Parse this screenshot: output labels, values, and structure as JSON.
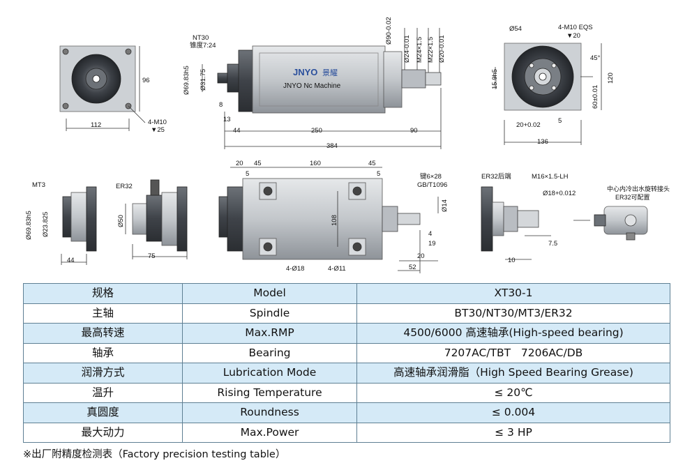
{
  "drawings": {
    "front_view": {
      "width_dim": "112",
      "height_dim": "96",
      "hole_callout": "4-M10",
      "hole_depth": "▼25"
    },
    "side_view": {
      "taper_name": "NT30",
      "taper_ratio": "锥度7:24",
      "dia_flange": "Ø69.83h5",
      "dia_nose": "Ø31.75",
      "dim_8": "8",
      "dim_13": "13",
      "dim_44": "44",
      "dim_250": "250",
      "dim_90": "90",
      "dim_384": "384",
      "dia_body": "Ø90-0.02",
      "dia_a": "Ø24-0.01",
      "thread_a": "M24×1.5",
      "thread_b": "M22×1.5",
      "dia_b": "Ø20-0.01",
      "logo_brand": "JNYO",
      "logo_cn": "景耀",
      "logo_sub": "JNYO Nc Machine"
    },
    "rear_view": {
      "dia_54": "Ø54",
      "hole_callout": "4-M10 EQS",
      "hole_depth": "▼20",
      "angle": "45°",
      "dim_120": "120",
      "dim_60": "60±0.01",
      "dim_15_9": "15.9h5",
      "dim_20": "20+0.02",
      "dim_5": "5",
      "dim_136": "136"
    },
    "mt3_view": {
      "label": "MT3",
      "dia_flange": "Ø69.83h5",
      "dia_taper": "Ø23.825",
      "dim_44": "44"
    },
    "er32_view": {
      "label": "ER32",
      "dia": "Ø50",
      "dim_75": "75"
    },
    "top_view": {
      "dim_20": "20",
      "dim_45a": "45",
      "dim_160": "160",
      "dim_45b": "45",
      "dim_5a": "5",
      "dim_5b": "5",
      "dim_108": "108",
      "hole_a": "4-Ø18",
      "hole_b": "4-Ø11",
      "key": "键6×28",
      "key_std": "GB/T1096",
      "dia_14": "Ø14",
      "dim_4": "4",
      "dim_19": "19",
      "dim_52": "52"
    },
    "er32_rear_view": {
      "label": "ER32后端",
      "thread": "M16×1.5-LH",
      "dia_18": "Ø18+0.012",
      "dim_7_5": "7.5",
      "dim_10": "10"
    },
    "coolant_view": {
      "label_a": "中心内冷出水旋转接头",
      "label_b": "ER32可配置"
    }
  },
  "spec_table": {
    "rows": [
      {
        "cn": "规格",
        "en": "Model",
        "value": "XT30-1"
      },
      {
        "cn": "主轴",
        "en": "Spindle",
        "value": "BT30/NT30/MT3/ER32"
      },
      {
        "cn": "最高转速",
        "en": "Max.RMP",
        "value": "4500/6000 高速轴承(High-speed bearing)"
      },
      {
        "cn": "轴承",
        "en": "Bearing",
        "value": "7207AC/TBT   7206AC/DB"
      },
      {
        "cn": "润滑方式",
        "en": "Lubrication Mode",
        "value": "高速轴承润滑脂（High Speed Bearing Grease)"
      },
      {
        "cn": "温升",
        "en": "Rising Temperature",
        "value": "≤ 20℃"
      },
      {
        "cn": "真圆度",
        "en": "Roundness",
        "value": "≤ 0.004"
      },
      {
        "cn": "最大动力",
        "en": "Max.Power",
        "value": "≤ 3 HP"
      }
    ]
  },
  "footnote": "※出厂附精度检测表（Factory precision testing table）",
  "colors": {
    "row_alt": "#d5eaf7",
    "border": "#5e7f93",
    "metal_dark": "#4a4f55",
    "metal_light": "#c9cdd2",
    "logo_blue": "#2a4f9c"
  }
}
